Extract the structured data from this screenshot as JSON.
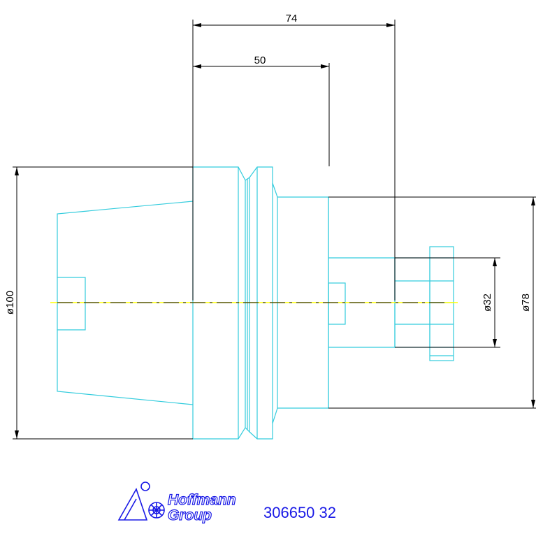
{
  "dimensions": {
    "overall_length": "74",
    "gauge_length": "50",
    "flange_diameter": "ø100",
    "body_diameter": "ø78",
    "clamp_diameter": "ø32"
  },
  "logo": {
    "line1": "Hoffmann",
    "line2": "Group"
  },
  "part_number": "306650 32",
  "colors": {
    "outline": "#33ccdd",
    "dimension": "#000000",
    "centerline": "#ffff00",
    "brand": "#1a1ae6"
  }
}
